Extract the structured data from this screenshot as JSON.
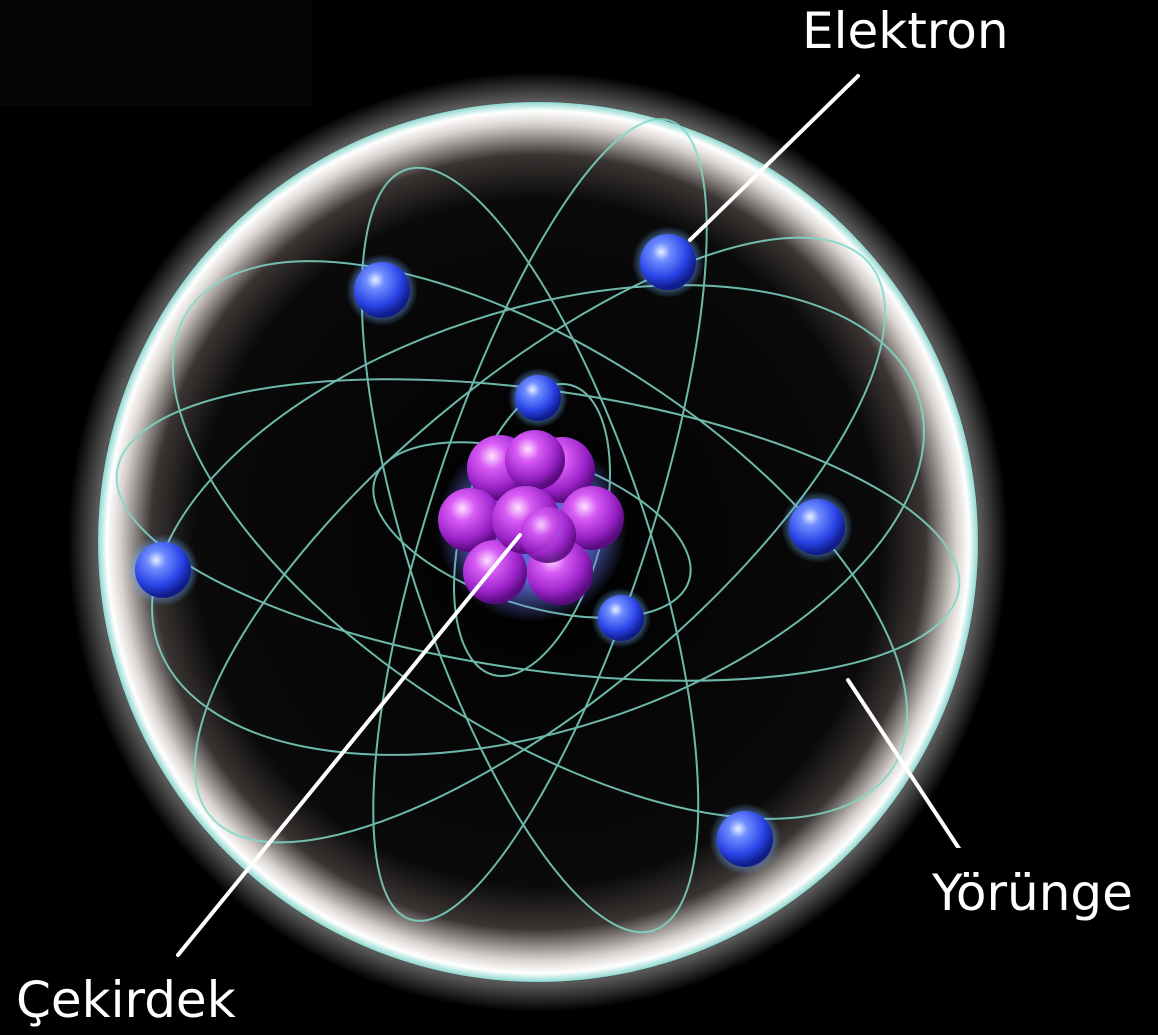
{
  "labels": {
    "electron": "Elektron",
    "orbit": "Yörünge",
    "nucleus": "Çekirdek"
  },
  "colors": {
    "background": "#000000",
    "sphere_glow": "#ffffff",
    "sphere_rim": "#9fe6e0",
    "orbit": "#7fd8c8",
    "electron": "#3a63ff",
    "nucleus": "#c23cf0",
    "pointer_line": "#ffffff",
    "label_text": "#ffffff"
  },
  "diagram": {
    "electron_count": 7,
    "nucleon_count": 9
  }
}
